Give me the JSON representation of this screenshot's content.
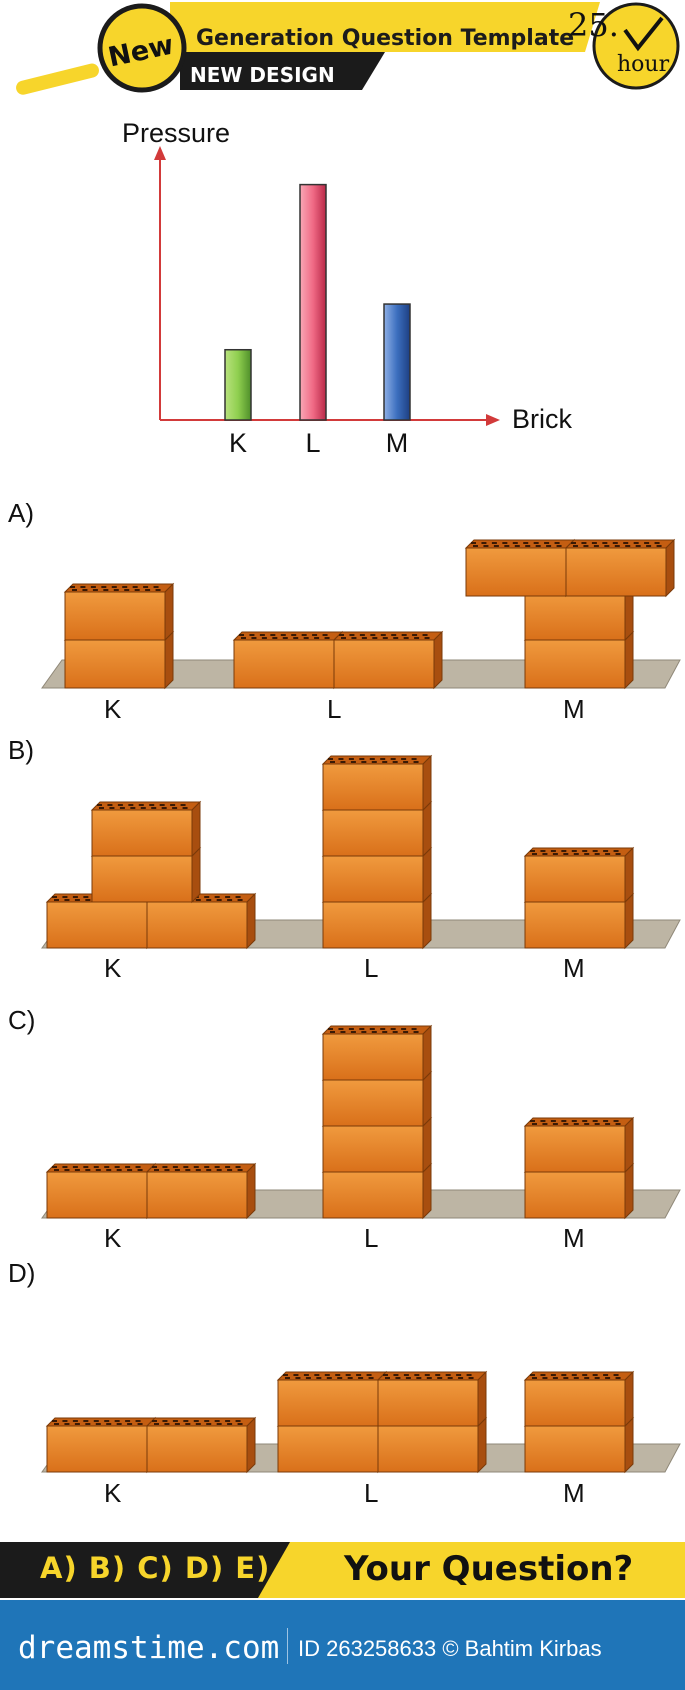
{
  "header": {
    "badge": "New",
    "title": "Generation Question Template",
    "subtitle": "NEW DESIGN",
    "clock_number": "25.",
    "clock_unit": "hour",
    "colors": {
      "yellow": "#f7d52b",
      "dark": "#1b1b1b"
    }
  },
  "chart_data": {
    "type": "bar",
    "categories": [
      "K",
      "L",
      "M"
    ],
    "values": [
      1,
      3.35,
      1.65
    ],
    "ylabel": "Pressure",
    "xlabel": "Brick",
    "colors": [
      "#8fcf4f",
      "#f06a85",
      "#3c6fbf"
    ],
    "ylim": [
      0,
      3.7
    ]
  },
  "options": [
    {
      "label": "A)",
      "bricks": {
        "K": "2 stacked standing",
        "L": "2 side-by-side lying",
        "M": "T-shape: 2 lying on top of 2 stacked"
      }
    },
    {
      "label": "B)",
      "bricks": {
        "K": "2 lying with 2 stacked on top",
        "L": "4 stacked standing",
        "M": "2 stacked standing"
      }
    },
    {
      "label": "C)",
      "bricks": {
        "K": "2 side-by-side lying",
        "L": "4 stacked standing",
        "M": "2 stacked standing"
      }
    },
    {
      "label": "D)",
      "bricks": {
        "K": "2 side-by-side lying",
        "L": "2x2 block",
        "M": "2 stacked standing"
      }
    }
  ],
  "brick_labels": [
    "K",
    "L",
    "M"
  ],
  "footer": {
    "answers": "A) B) C) D) E)",
    "prompt": "Your Question?"
  },
  "watermark": {
    "logo": "dreamstime.com",
    "credit": "ID 263258633 © Bahtim Kirbas"
  },
  "colors": {
    "brick": "#e07a1e",
    "floor": "#bdb5a4",
    "axis": "#d23a3a"
  }
}
